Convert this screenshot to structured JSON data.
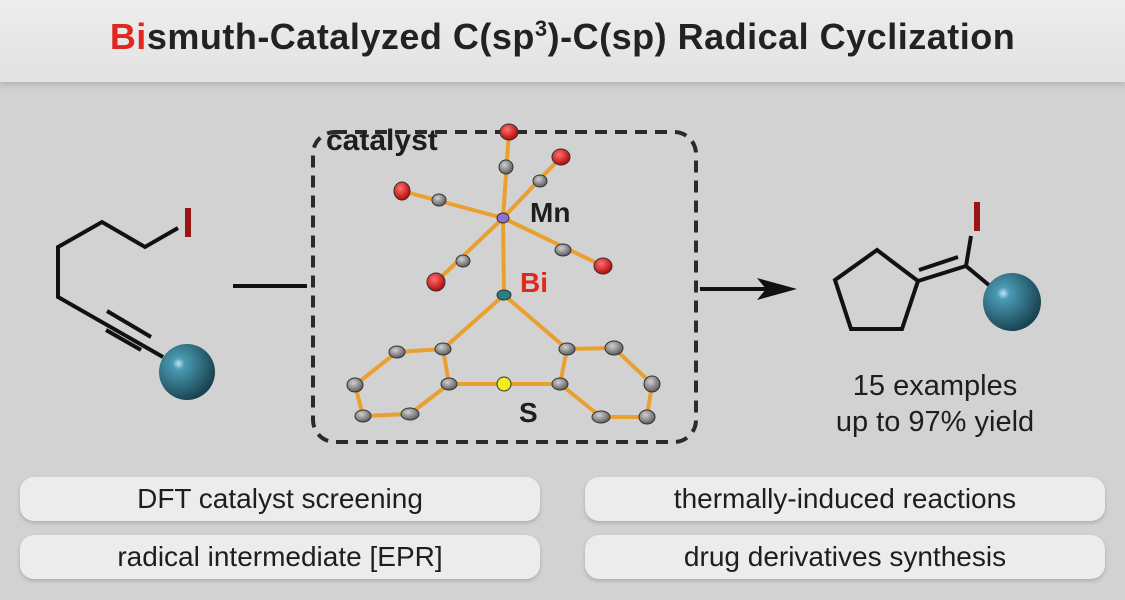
{
  "title": {
    "prefix_highlight": "Bi",
    "rest_before_sup": "smuth-Catalyzed C(sp",
    "sup": "3",
    "rest_after_sup": ")-C(sp) Radical Cyclization"
  },
  "catalyst": {
    "label": "catalyst",
    "atoms": {
      "mn": "Mn",
      "bi": "Bi",
      "s": "S"
    }
  },
  "reactant": {
    "halogen": "I"
  },
  "product": {
    "halogen": "I",
    "examples": "15 examples",
    "yield": "up to 97% yield"
  },
  "features": [
    "DFT catalyst screening",
    "thermally-induced reactions",
    "radical intermediate [EPR]",
    "drug derivatives synthesis"
  ],
  "colors": {
    "highlight": "#e0281e",
    "bond": "#f0a030",
    "oxygen": "#e01818",
    "carbon": "#8a8a8a",
    "sphere": "#2f7c93",
    "iodine": "#9a1515"
  }
}
